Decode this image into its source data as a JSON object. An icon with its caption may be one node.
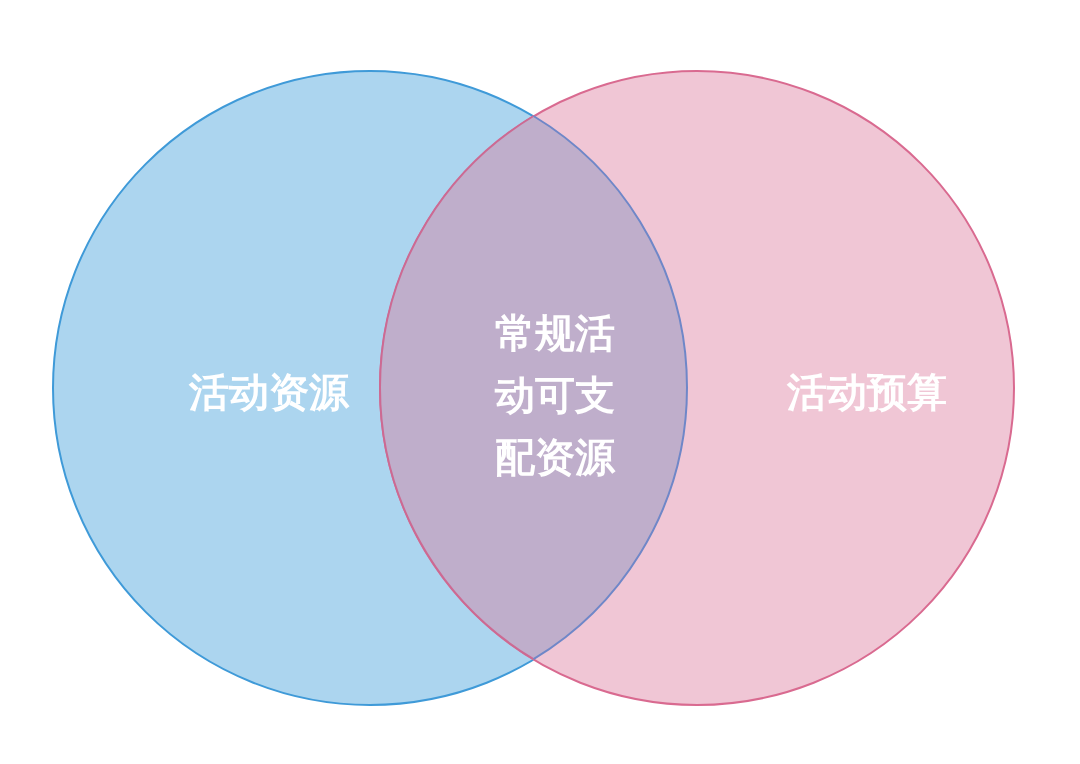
{
  "diagram": {
    "nodes": [
      {
        "text": [
          "活动资源"
        ]
      },
      {
        "text": [
          "活动预算"
        ]
      },
      {
        "text": [
          "常规活动可支配资源"
        ]
      }
    ]
  }
}
